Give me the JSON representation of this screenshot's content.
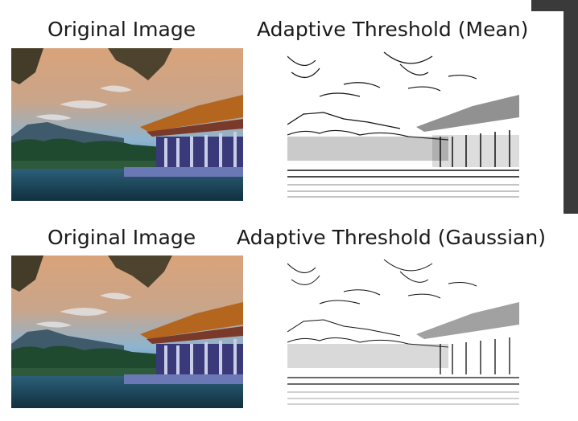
{
  "figure": {
    "row1": {
      "left_title": "Original Image",
      "right_title": "Adaptive Threshold (Mean)"
    },
    "row2": {
      "left_title": "Original Image",
      "right_title": "Adaptive Threshold (Gaussian)"
    }
  },
  "colors": {
    "sky_top": "#d9a37a",
    "sky_mid": "#8fb4cf",
    "sky_low": "#4a8fc0",
    "mountain": "#3f5a6a",
    "trees": "#1f4a2f",
    "roof": "#b4651e",
    "pavilion": "#3a3a7a",
    "water": "#1e4e66"
  }
}
